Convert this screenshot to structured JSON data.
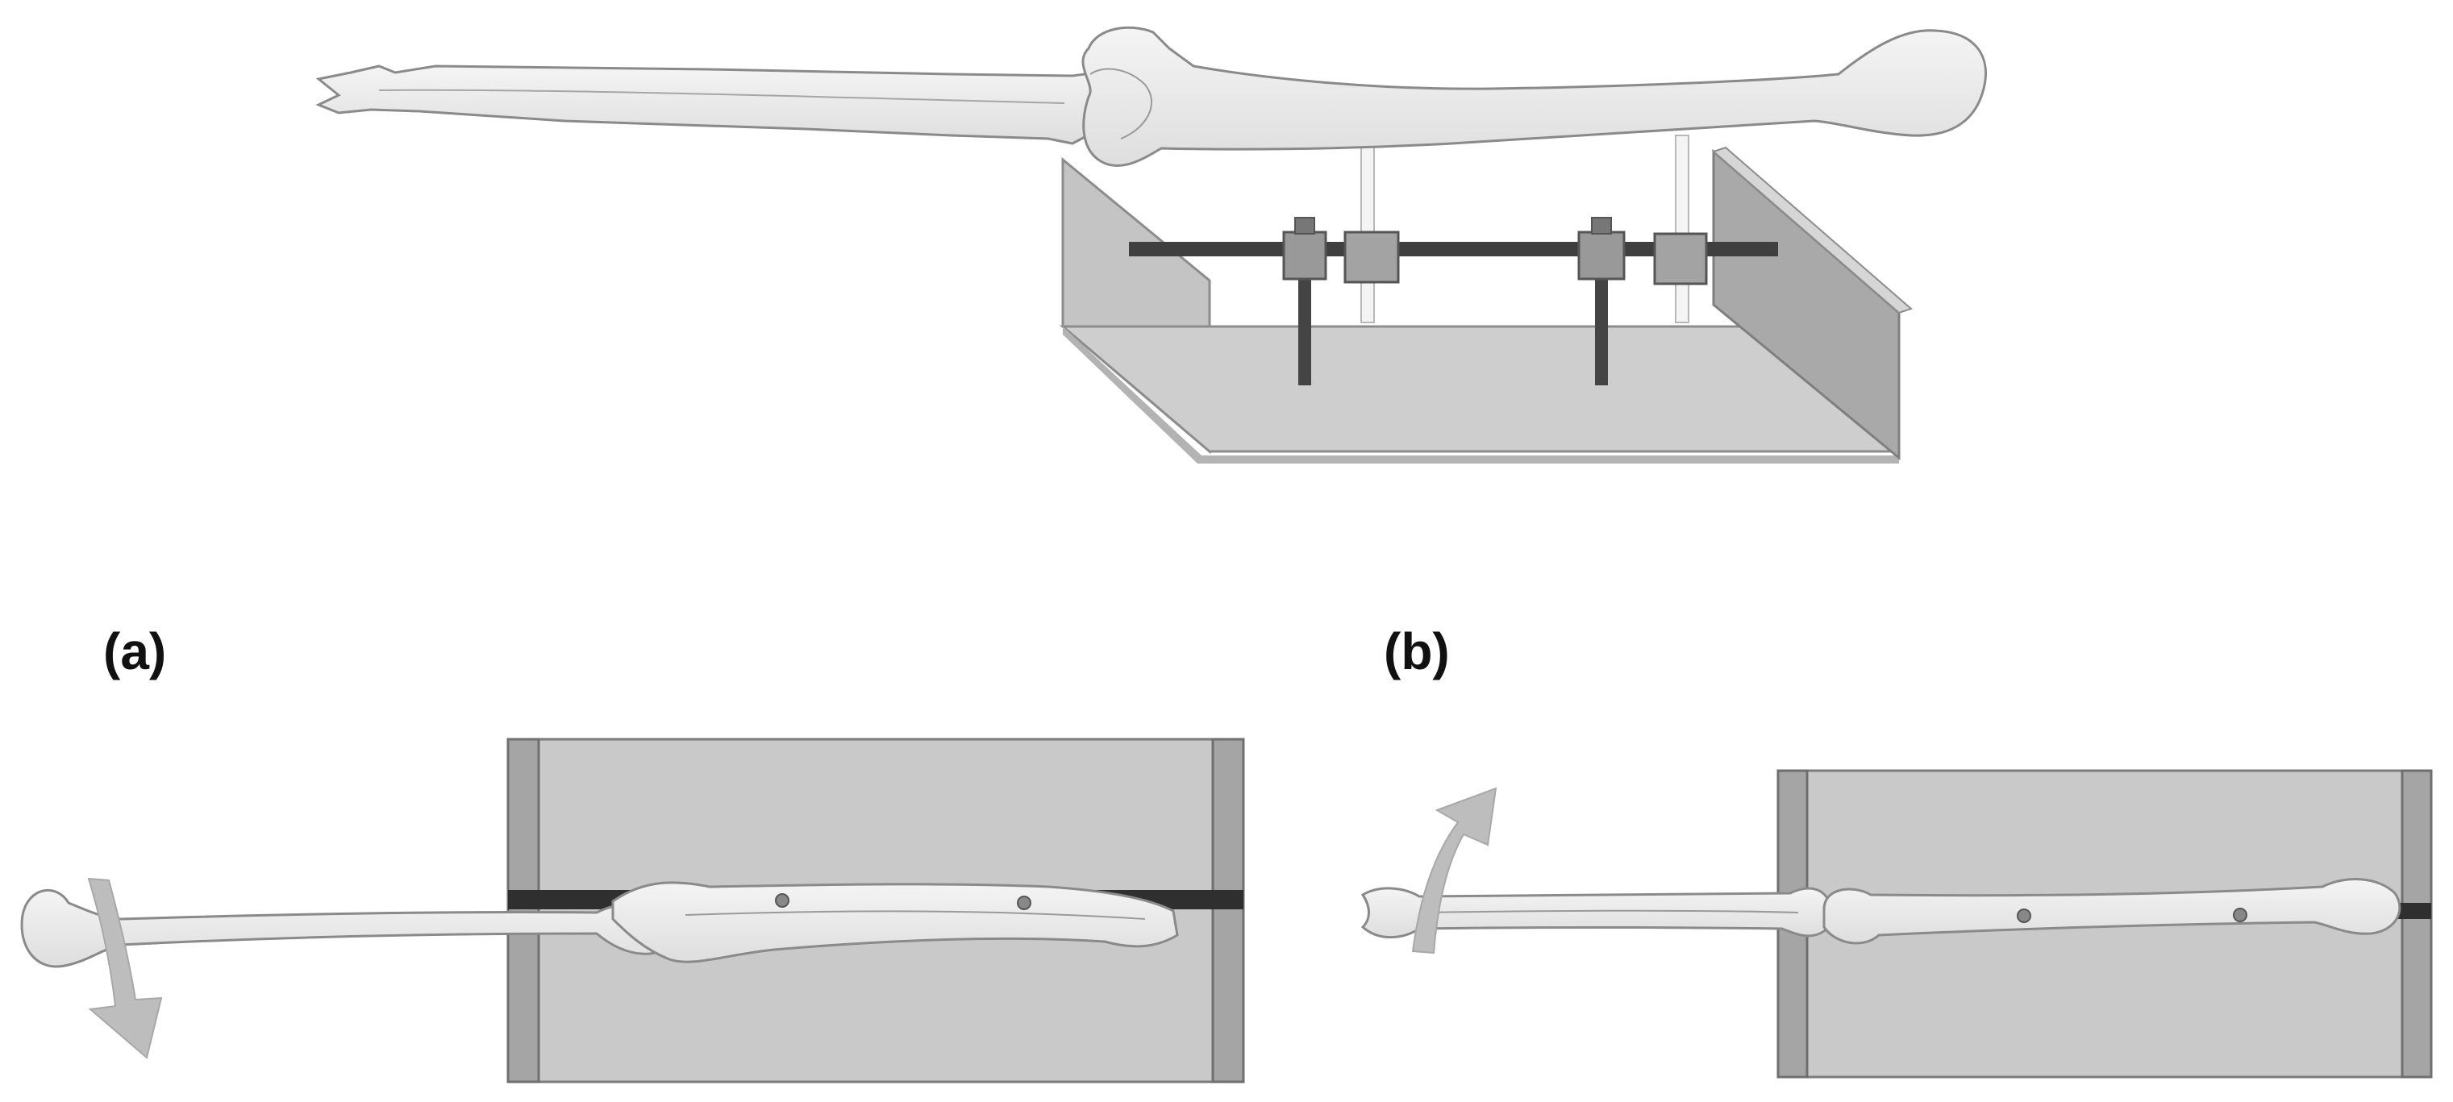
{
  "figure": {
    "panels": [
      {
        "id": "a",
        "label": "(a)",
        "arrow_direction": "down"
      },
      {
        "id": "b",
        "label": "(b)",
        "arrow_direction": "up"
      }
    ],
    "components": [
      "bone-specimen",
      "fixture-box",
      "clamp-rod",
      "clamp-block",
      "pin",
      "rotation-arrow"
    ],
    "colors": {
      "bone_fill": "#ececec",
      "bone_stroke": "#8a8a8a",
      "box_face": "#c9c9c9",
      "box_wall": "#a8a8a8",
      "box_edge": "#7d7d7d",
      "rod": "#3c3c3c",
      "clamp": "#9a9a9a",
      "arrow": "#bdbdbd"
    }
  }
}
